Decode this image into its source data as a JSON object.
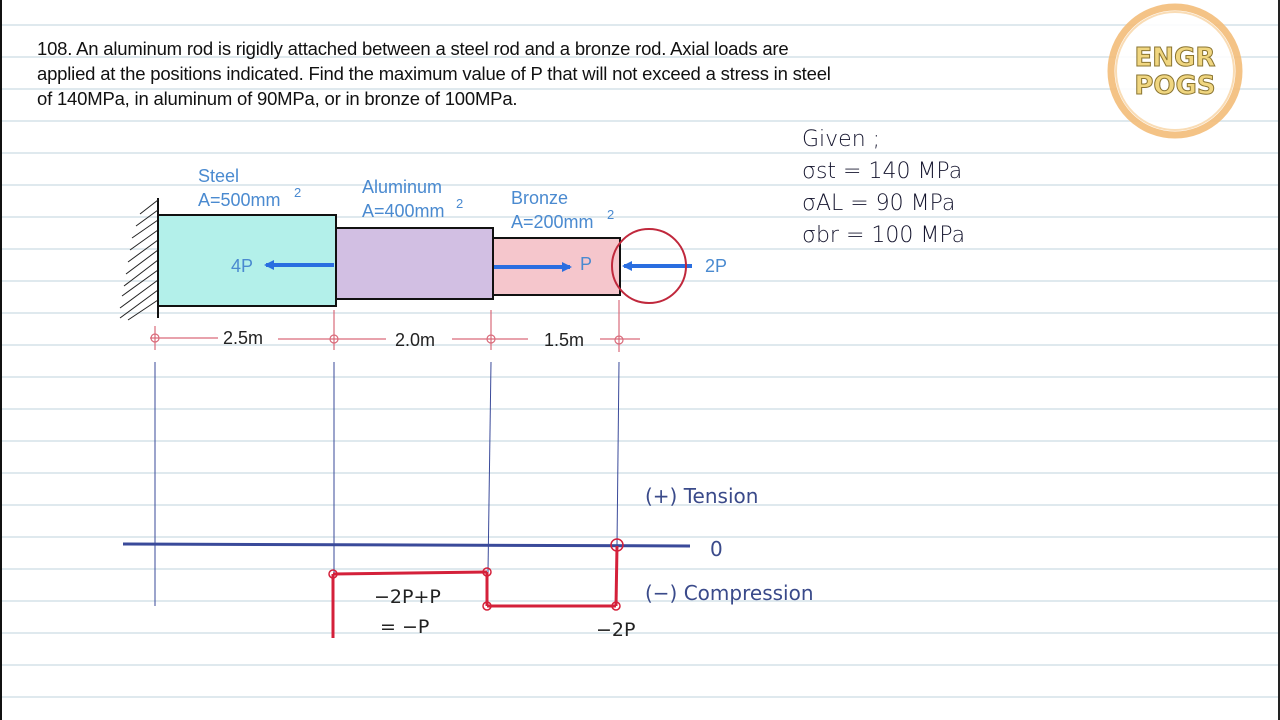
{
  "problem": {
    "number": "108.",
    "lines": [
      "108. An aluminum rod is rigidly attached between a steel rod and a bronze rod. Axial loads are",
      "applied at the positions indicated. Find the maximum value of P that will not exceed a stress in steel",
      "of 140MPa, in aluminum of 90MPa, or in bronze of 100MPa."
    ]
  },
  "logo": {
    "line1": "ENGR",
    "line2": "POGS",
    "ring_color": "#f2b870"
  },
  "given": {
    "title": "Given ;",
    "items": [
      {
        "symbol": "σst",
        "value": "= 140 MPa"
      },
      {
        "symbol": "σAL",
        "value": "= 90 MPa"
      },
      {
        "symbol": "σbr",
        "value": "= 100 MPa"
      }
    ]
  },
  "rods": [
    {
      "name": "Steel",
      "area": "A=500mm",
      "exp": "2",
      "color": "#b3f0ea",
      "length": "2.5m"
    },
    {
      "name": "Aluminum",
      "area": "A=400mm",
      "exp": "2",
      "color": "#d2bfe3",
      "length": "2.0m"
    },
    {
      "name": "Bronze",
      "area": "A=200mm",
      "exp": "2",
      "color": "#f5c6cc",
      "length": "1.5m"
    }
  ],
  "loads": [
    {
      "label": "4P",
      "direction": "left"
    },
    {
      "label": "P",
      "direction": "right"
    },
    {
      "label": "2P",
      "direction": "left"
    }
  ],
  "axial_diagram": {
    "positive_label": "(+) Tension",
    "zero_label": "0",
    "negative_label": "(−) Compression",
    "aluminum_value_line1": "−2P+P",
    "aluminum_value_line2": "= −P",
    "bronze_value": "−2P"
  },
  "colors": {
    "load_arrow": "#2a6ee0",
    "label_blue": "#4a8ad0",
    "axis": "#3a4a9a",
    "diagram_red": "#d4203a",
    "dim_red": "#d96a7a"
  }
}
